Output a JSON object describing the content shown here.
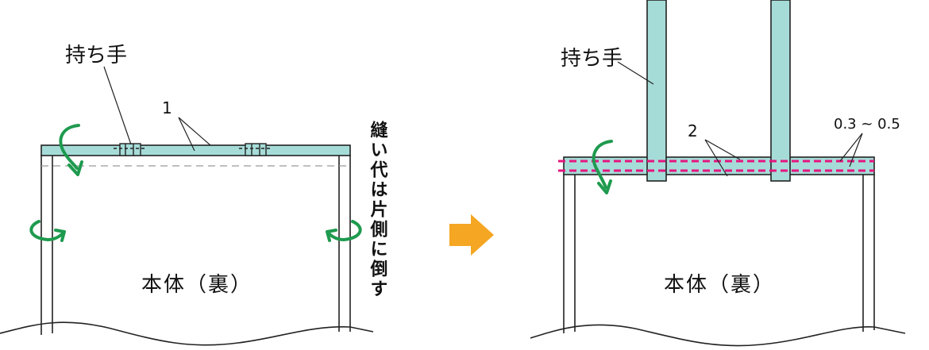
{
  "left_panel": {
    "handle_label": "持ち手",
    "callout_number": "1",
    "body_label": "本体（裏）",
    "vertical_note": "縫い代は片側に倒す"
  },
  "right_panel": {
    "handle_label": "持ち手",
    "callout_number": "2",
    "measurement": "0.3 ~ 0.5",
    "body_label": "本体（裏）"
  },
  "colors": {
    "handle_fill": "#A6DCD8",
    "arrow_green": "#1E9A4E",
    "stitch_magenta": "#E5157F",
    "next_arrow_orange": "#F5A623",
    "line": "#222222"
  },
  "icons": {
    "fold_arrows": "curved-green-arrow-icon",
    "step_arrow": "orange-right-arrow-icon"
  }
}
